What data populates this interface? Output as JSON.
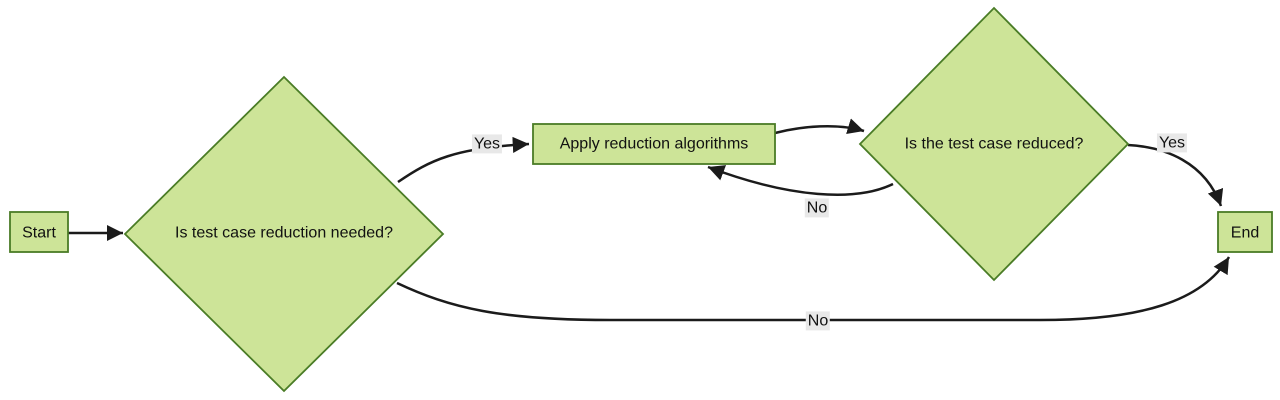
{
  "diagram": {
    "type": "flowchart",
    "direction": "left-to-right",
    "colors": {
      "background": "#ffffff",
      "node_fill": "#cde498",
      "node_border": "#4a7c26",
      "edge_line": "#1b1b1b",
      "edge_label_bg": "#e8e8e8",
      "text": "#111111"
    },
    "nodes": [
      {
        "id": "start",
        "type": "rect",
        "label": "Start"
      },
      {
        "id": "decision1",
        "type": "diamond",
        "label": "Is test case reduction needed?"
      },
      {
        "id": "apply",
        "type": "rect",
        "label": "Apply reduction algorithms"
      },
      {
        "id": "decision2",
        "type": "diamond",
        "label": "Is the test case reduced?"
      },
      {
        "id": "end",
        "type": "rect",
        "label": "End"
      }
    ],
    "edges": [
      {
        "from": "start",
        "to": "decision1",
        "label": ""
      },
      {
        "from": "decision1",
        "to": "apply",
        "label": "Yes"
      },
      {
        "from": "apply",
        "to": "decision2",
        "label": ""
      },
      {
        "from": "decision2",
        "to": "apply",
        "label": "No"
      },
      {
        "from": "decision2",
        "to": "end",
        "label": "Yes"
      },
      {
        "from": "decision1",
        "to": "end",
        "label": "No"
      }
    ]
  }
}
